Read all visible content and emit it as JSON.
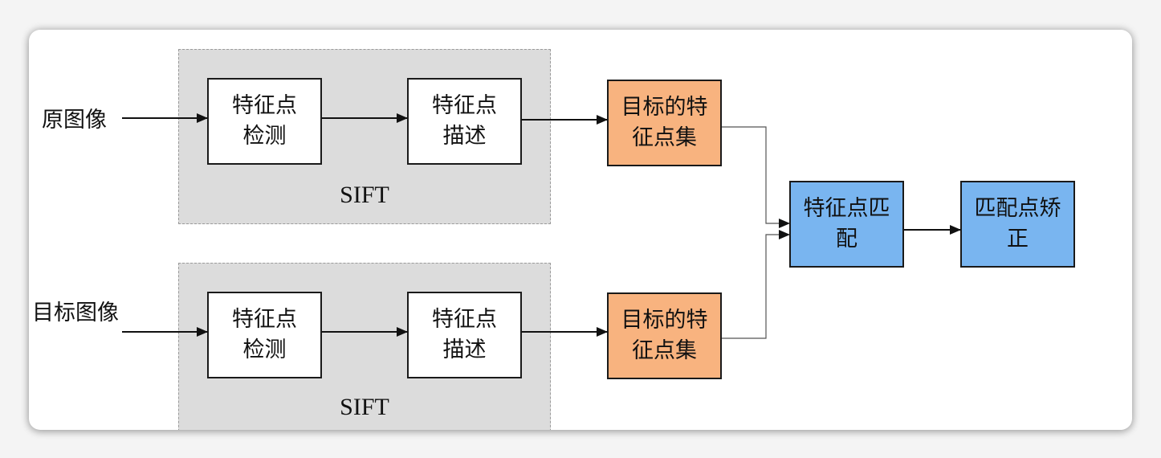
{
  "inputs": {
    "source": "原图像",
    "target": "目标图像"
  },
  "groups": {
    "top_label": "SIFT",
    "bottom_label": "SIFT"
  },
  "boxes": {
    "detect_line1": "特征点",
    "detect_line2": "检测",
    "describe_line1": "特征点",
    "describe_line2": "描述",
    "feature_set": "目标的特征点集",
    "match": "特征点匹配",
    "correct": "匹配点矫正"
  },
  "colors": {
    "feature_set_fill": "#f8b37f",
    "match_fill": "#79b5f0",
    "group_fill": "#dcdcdc"
  }
}
